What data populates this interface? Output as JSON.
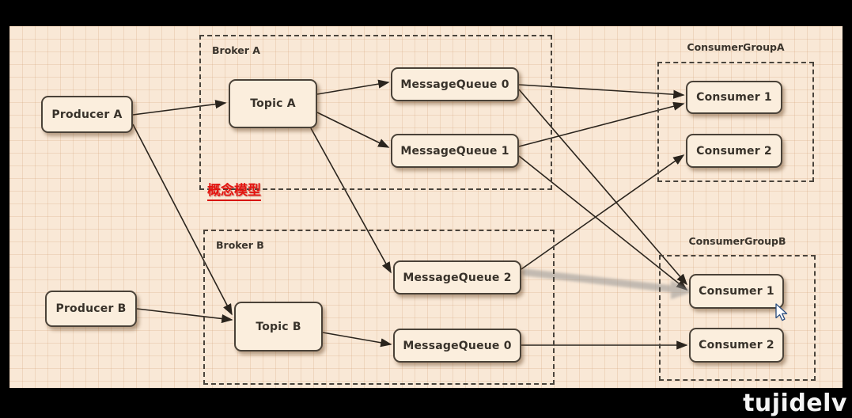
{
  "annotation": {
    "text": "概念模型"
  },
  "watermark": "tujidelv",
  "colors": {
    "background": "#f9e8d6",
    "annotation_red": "#e41410",
    "edge_black": "#2a241d",
    "highlight_gray": "#8d8d8d"
  },
  "groups": {
    "broker_a": "Broker A",
    "broker_b": "Broker B",
    "consumer_group_a": "ConsumerGroupA",
    "consumer_group_b": "ConsumerGroupB"
  },
  "nodes": {
    "producer_a": "Producer A",
    "producer_b": "Producer B",
    "topic_a": "Topic A",
    "topic_b": "Topic B",
    "mq0_a": "MessageQueue 0",
    "mq1_a": "MessageQueue 1",
    "mq2_b": "MessageQueue 2",
    "mq0_b": "MessageQueue 0",
    "consumer1_a": "Consumer 1",
    "consumer2_a": "Consumer 2",
    "consumer1_b": "Consumer 1",
    "consumer2_b": "Consumer 2"
  },
  "edges": [
    {
      "from": "Producer A",
      "to": "Topic A"
    },
    {
      "from": "Producer A",
      "to": "Topic B"
    },
    {
      "from": "Producer B",
      "to": "Topic B"
    },
    {
      "from": "Topic A",
      "to": "MessageQueue 0 (Broker A)"
    },
    {
      "from": "Topic A",
      "to": "MessageQueue 1 (Broker A)"
    },
    {
      "from": "Topic A",
      "to": "MessageQueue 2 (Broker B)"
    },
    {
      "from": "Topic B",
      "to": "MessageQueue 0 (Broker B)"
    },
    {
      "from": "MessageQueue 0 (Broker A)",
      "to": "ConsumerGroupA Consumer 1"
    },
    {
      "from": "MessageQueue 1 (Broker A)",
      "to": "ConsumerGroupA Consumer 1"
    },
    {
      "from": "MessageQueue 2 (Broker B)",
      "to": "ConsumerGroupA Consumer 2"
    },
    {
      "from": "MessageQueue 0 (Broker A)",
      "to": "ConsumerGroupB Consumer 1"
    },
    {
      "from": "MessageQueue 1 (Broker A)",
      "to": "ConsumerGroupB Consumer 1"
    },
    {
      "from": "MessageQueue 2 (Broker B)",
      "to": "ConsumerGroupB Consumer 1",
      "style": "gray-highlight"
    },
    {
      "from": "MessageQueue 0 (Broker B)",
      "to": "ConsumerGroupB Consumer 2"
    }
  ]
}
